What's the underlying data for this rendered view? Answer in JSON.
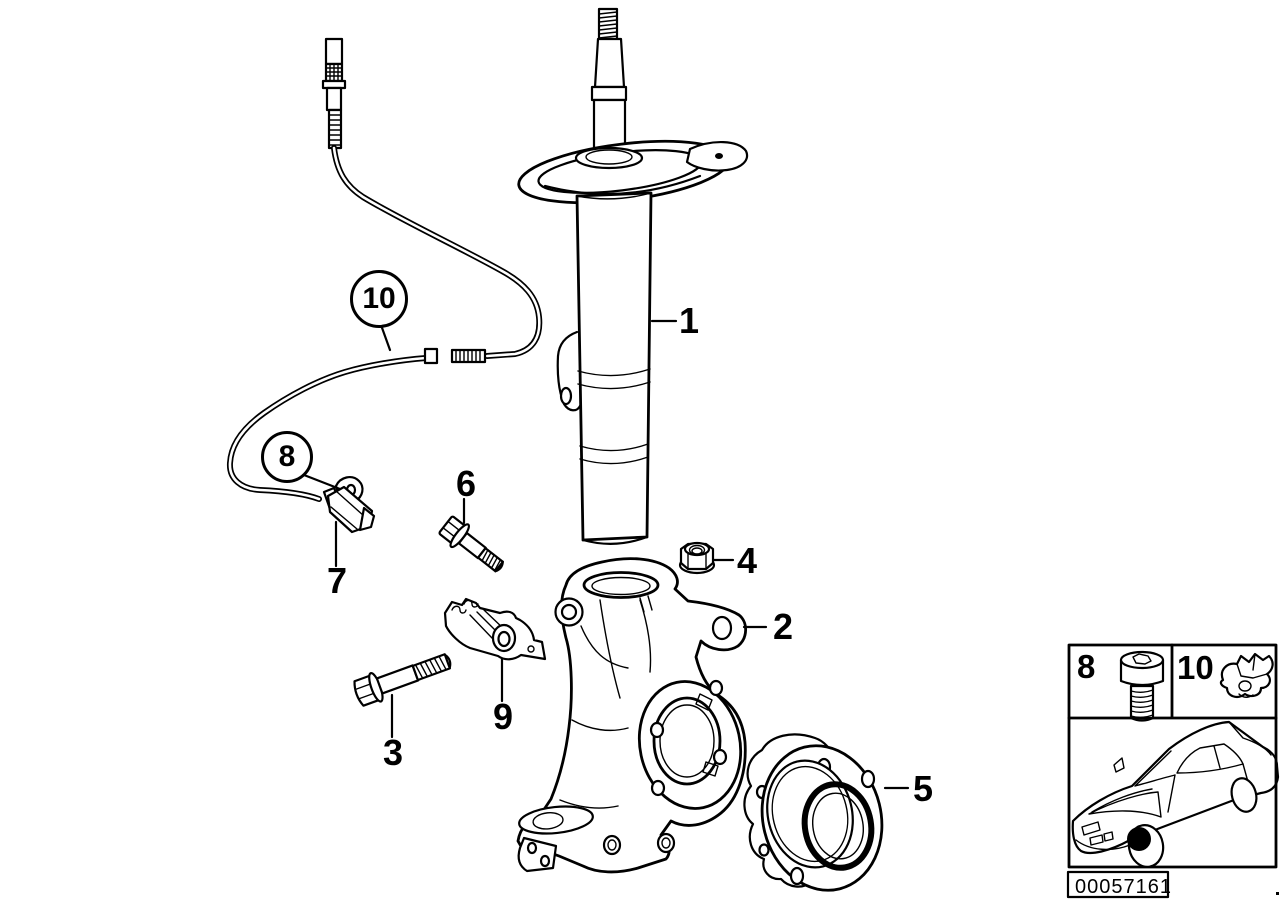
{
  "diagram": {
    "kind": "parts-diagram",
    "colors": {
      "background": "#ffffff",
      "line": "#000000",
      "marker": "#000000"
    }
  },
  "callouts": {
    "strut": {
      "label": "1",
      "circled": false
    },
    "knuckle": {
      "label": "2",
      "circled": false
    },
    "bolt_long": {
      "label": "3",
      "circled": false
    },
    "nut": {
      "label": "4",
      "circled": false
    },
    "hub": {
      "label": "5",
      "circled": false
    },
    "bolt_short": {
      "label": "6",
      "circled": false
    },
    "sensor": {
      "label": "7",
      "circled": false
    },
    "screw": {
      "label": "8",
      "circled": true
    },
    "bracket": {
      "label": "9",
      "circled": false
    },
    "clip": {
      "label": "10",
      "circled": true
    }
  },
  "legend": {
    "screw_label": "8",
    "clip_label": "10",
    "screw_icon": "socket-head-screw-icon",
    "clip_icon": "cable-clip-icon",
    "car_icon": "sedan-front-left-outline",
    "marker": "front-left-wheel-dot"
  },
  "part_number": "00057161"
}
